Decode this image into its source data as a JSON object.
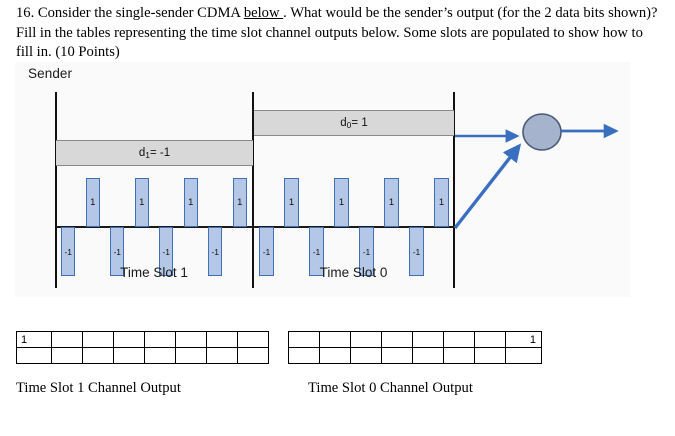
{
  "question": {
    "number": "16.",
    "line1_a": "Consider the single-sender CDMA ",
    "line1_link": "below",
    "line1_b": ". What would be the sender’s output (for the 2 data",
    "line2": "bits shown)?  Fill in the tables representing the time slot channel outputs below.  Some slots are",
    "line3": "populated to show how to fill in. (10 Points)"
  },
  "diagram": {
    "sender_label": "Sender",
    "node_name": "channel-node",
    "slots": [
      {
        "id": "slot1",
        "bit_label_d": "d",
        "bit_label_sub": "1",
        "bit_label_eq": " = -1",
        "bit_value": -1,
        "caption": "Time Slot 1",
        "chips": [
          -1,
          1,
          -1,
          1,
          -1,
          1,
          -1,
          1
        ]
      },
      {
        "id": "slot0",
        "bit_label_d": "d",
        "bit_label_sub": "0",
        "bit_label_eq": " = 1",
        "bit_value": 1,
        "caption": "Time Slot 0",
        "chips": [
          -1,
          1,
          -1,
          1,
          -1,
          1,
          -1,
          1
        ]
      }
    ],
    "chip_pos_label": "1",
    "chip_neg_label": "-1",
    "colors": {
      "chip_fill": "#b4c7e7",
      "chip_stroke": "#3f6fb5",
      "bit_bar_fill": "#d8d8d8",
      "bit_bar_stroke": "#8a8a8a",
      "arrow": "#3a6fbf",
      "node_fill": "#a6b3cc",
      "node_stroke": "#4a5a77",
      "axis": "#111111",
      "panel_bg": "#fafafa"
    }
  },
  "answer_tables": [
    {
      "id": "time-slot-1-table",
      "caption": "Time Slot 1 Channel Output",
      "columns": 8,
      "rows": [
        [
          "1",
          "",
          "",
          "",
          "",
          "",
          "",
          ""
        ],
        [
          "",
          "",
          "",
          "",
          "",
          "",
          "",
          ""
        ]
      ]
    },
    {
      "id": "time-slot-0-table",
      "caption": "Time Slot 0 Channel Output",
      "columns": 8,
      "rows": [
        [
          "",
          "",
          "",
          "",
          "",
          "",
          "",
          "1"
        ],
        [
          "",
          "",
          "",
          "",
          "",
          "",
          "",
          ""
        ]
      ]
    }
  ]
}
